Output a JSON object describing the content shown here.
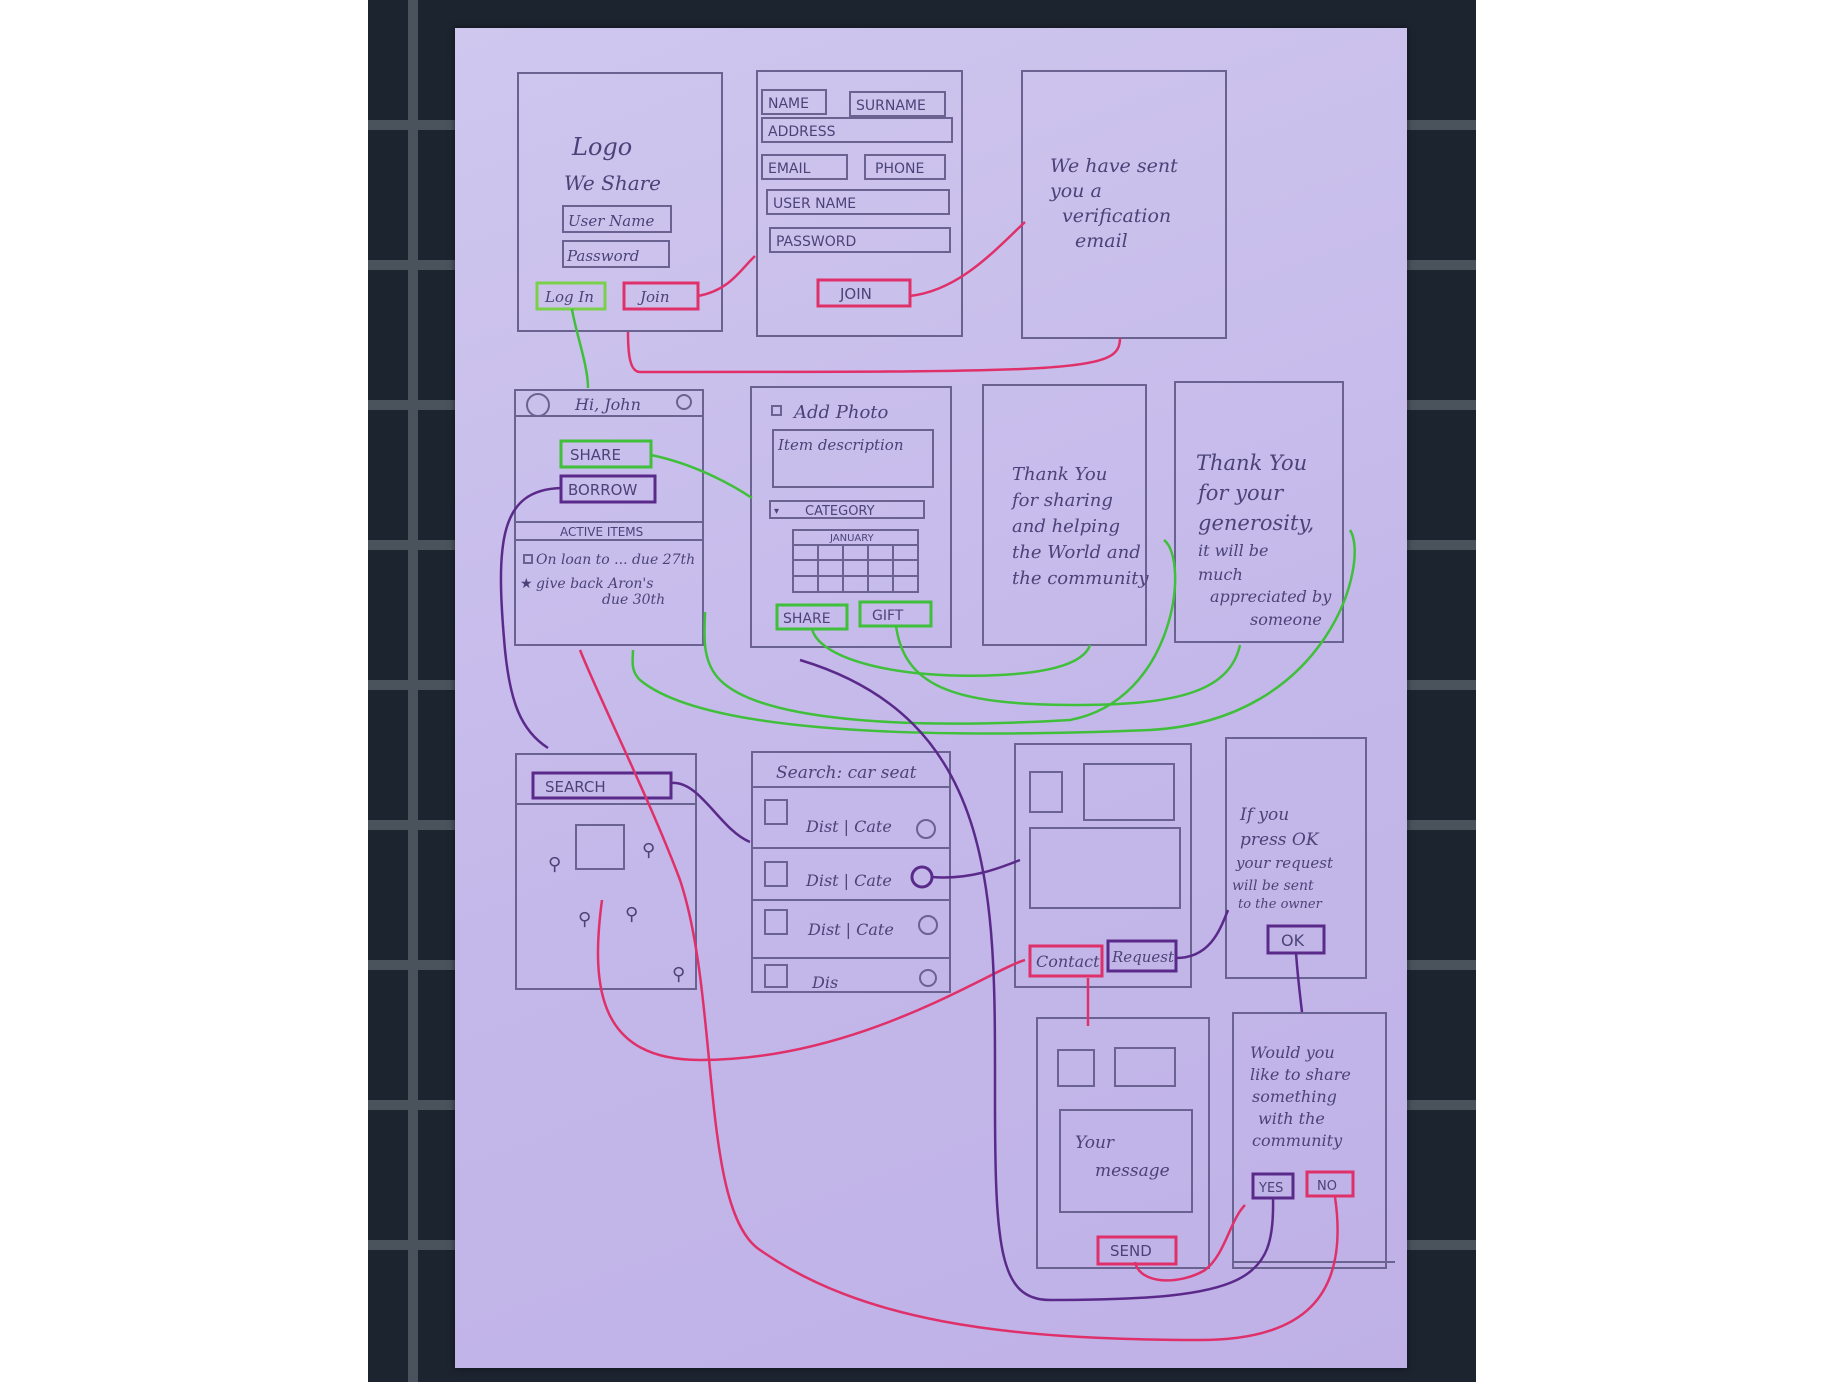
{
  "screens": {
    "login": {
      "logo": "Logo",
      "app_name": "We Share",
      "username_placeholder": "User Name",
      "password_placeholder": "Password",
      "login_button": "Log In",
      "join_button": "Join"
    },
    "signup": {
      "name": "NAME",
      "surname": "SURNAME",
      "address": "ADDRESS",
      "email": "EMAIL",
      "phone": "PHONE",
      "username": "USER NAME",
      "password": "PASSWORD",
      "join_button": "JOIN"
    },
    "verification": {
      "line1": "We have sent",
      "line2": "you a",
      "line3": "verification",
      "line4": "email"
    },
    "home": {
      "greeting": "Hi, John",
      "share_button": "SHARE",
      "borrow_button": "BORROW",
      "active_items_header": "ACTIVE ITEMS",
      "item1": "On loan to ... due 27th",
      "item2a": "give back Aron's",
      "item2b": "due 30th"
    },
    "share_item": {
      "add_photo": "Add Photo",
      "description_placeholder": "Item description",
      "category": "CATEGORY",
      "calendar_month": "JANUARY",
      "share_button": "SHARE",
      "gift_button": "GIFT"
    },
    "thank_share": {
      "lines": [
        "Thank You",
        "for sharing",
        "and helping",
        "the World and",
        "the community"
      ]
    },
    "thank_gift": {
      "lines": [
        "Thank You",
        "for your",
        "generosity,",
        "it will be",
        "much",
        "appreciated by",
        "someone"
      ]
    },
    "search": {
      "search_button": "SEARCH"
    },
    "results": {
      "header": "Search: car seat",
      "row_label": "Dist | Cate",
      "row_label_cut": "Dis"
    },
    "detail": {
      "contact_button": "Contact",
      "request_button": "Request"
    },
    "confirm": {
      "lines": [
        "If you",
        "press OK",
        "your request",
        "will be sent",
        "to the owner"
      ],
      "ok_button": "OK"
    },
    "message": {
      "placeholder_line1": "Your",
      "placeholder_line2": "message",
      "send_button": "SEND"
    },
    "prompt": {
      "lines": [
        "Would you",
        "like to share",
        "something",
        "with the",
        "community"
      ],
      "yes_button": "YES",
      "no_button": "NO"
    }
  },
  "colors": {
    "paper": "#c7bdeb",
    "pencil": "#6a6290",
    "green": "#3fbf3a",
    "red": "#e0306a",
    "purple": "#5a2a8a"
  }
}
